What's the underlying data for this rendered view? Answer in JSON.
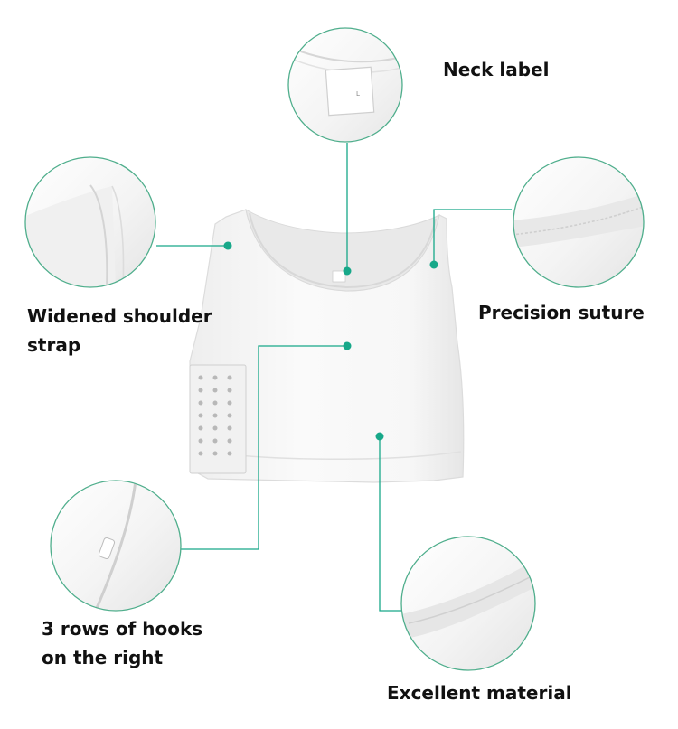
{
  "callouts": {
    "neck_label": "Neck label",
    "shoulder_strap_line1": "Widened shoulder",
    "shoulder_strap_line2": "strap",
    "precision_suture": "Precision suture",
    "hooks_line1": "3 rows of hooks",
    "hooks_line2": "on the right",
    "excellent_material": "Excellent material"
  },
  "colors": {
    "accent": "#17a889",
    "circle_border": "#4fae8c",
    "fabric": "#f6f6f6",
    "fabric_shadow": "#e3e3e3",
    "text": "#111111"
  },
  "icons": {
    "pointer": "filled-dot",
    "detail": "magnified-circle"
  }
}
